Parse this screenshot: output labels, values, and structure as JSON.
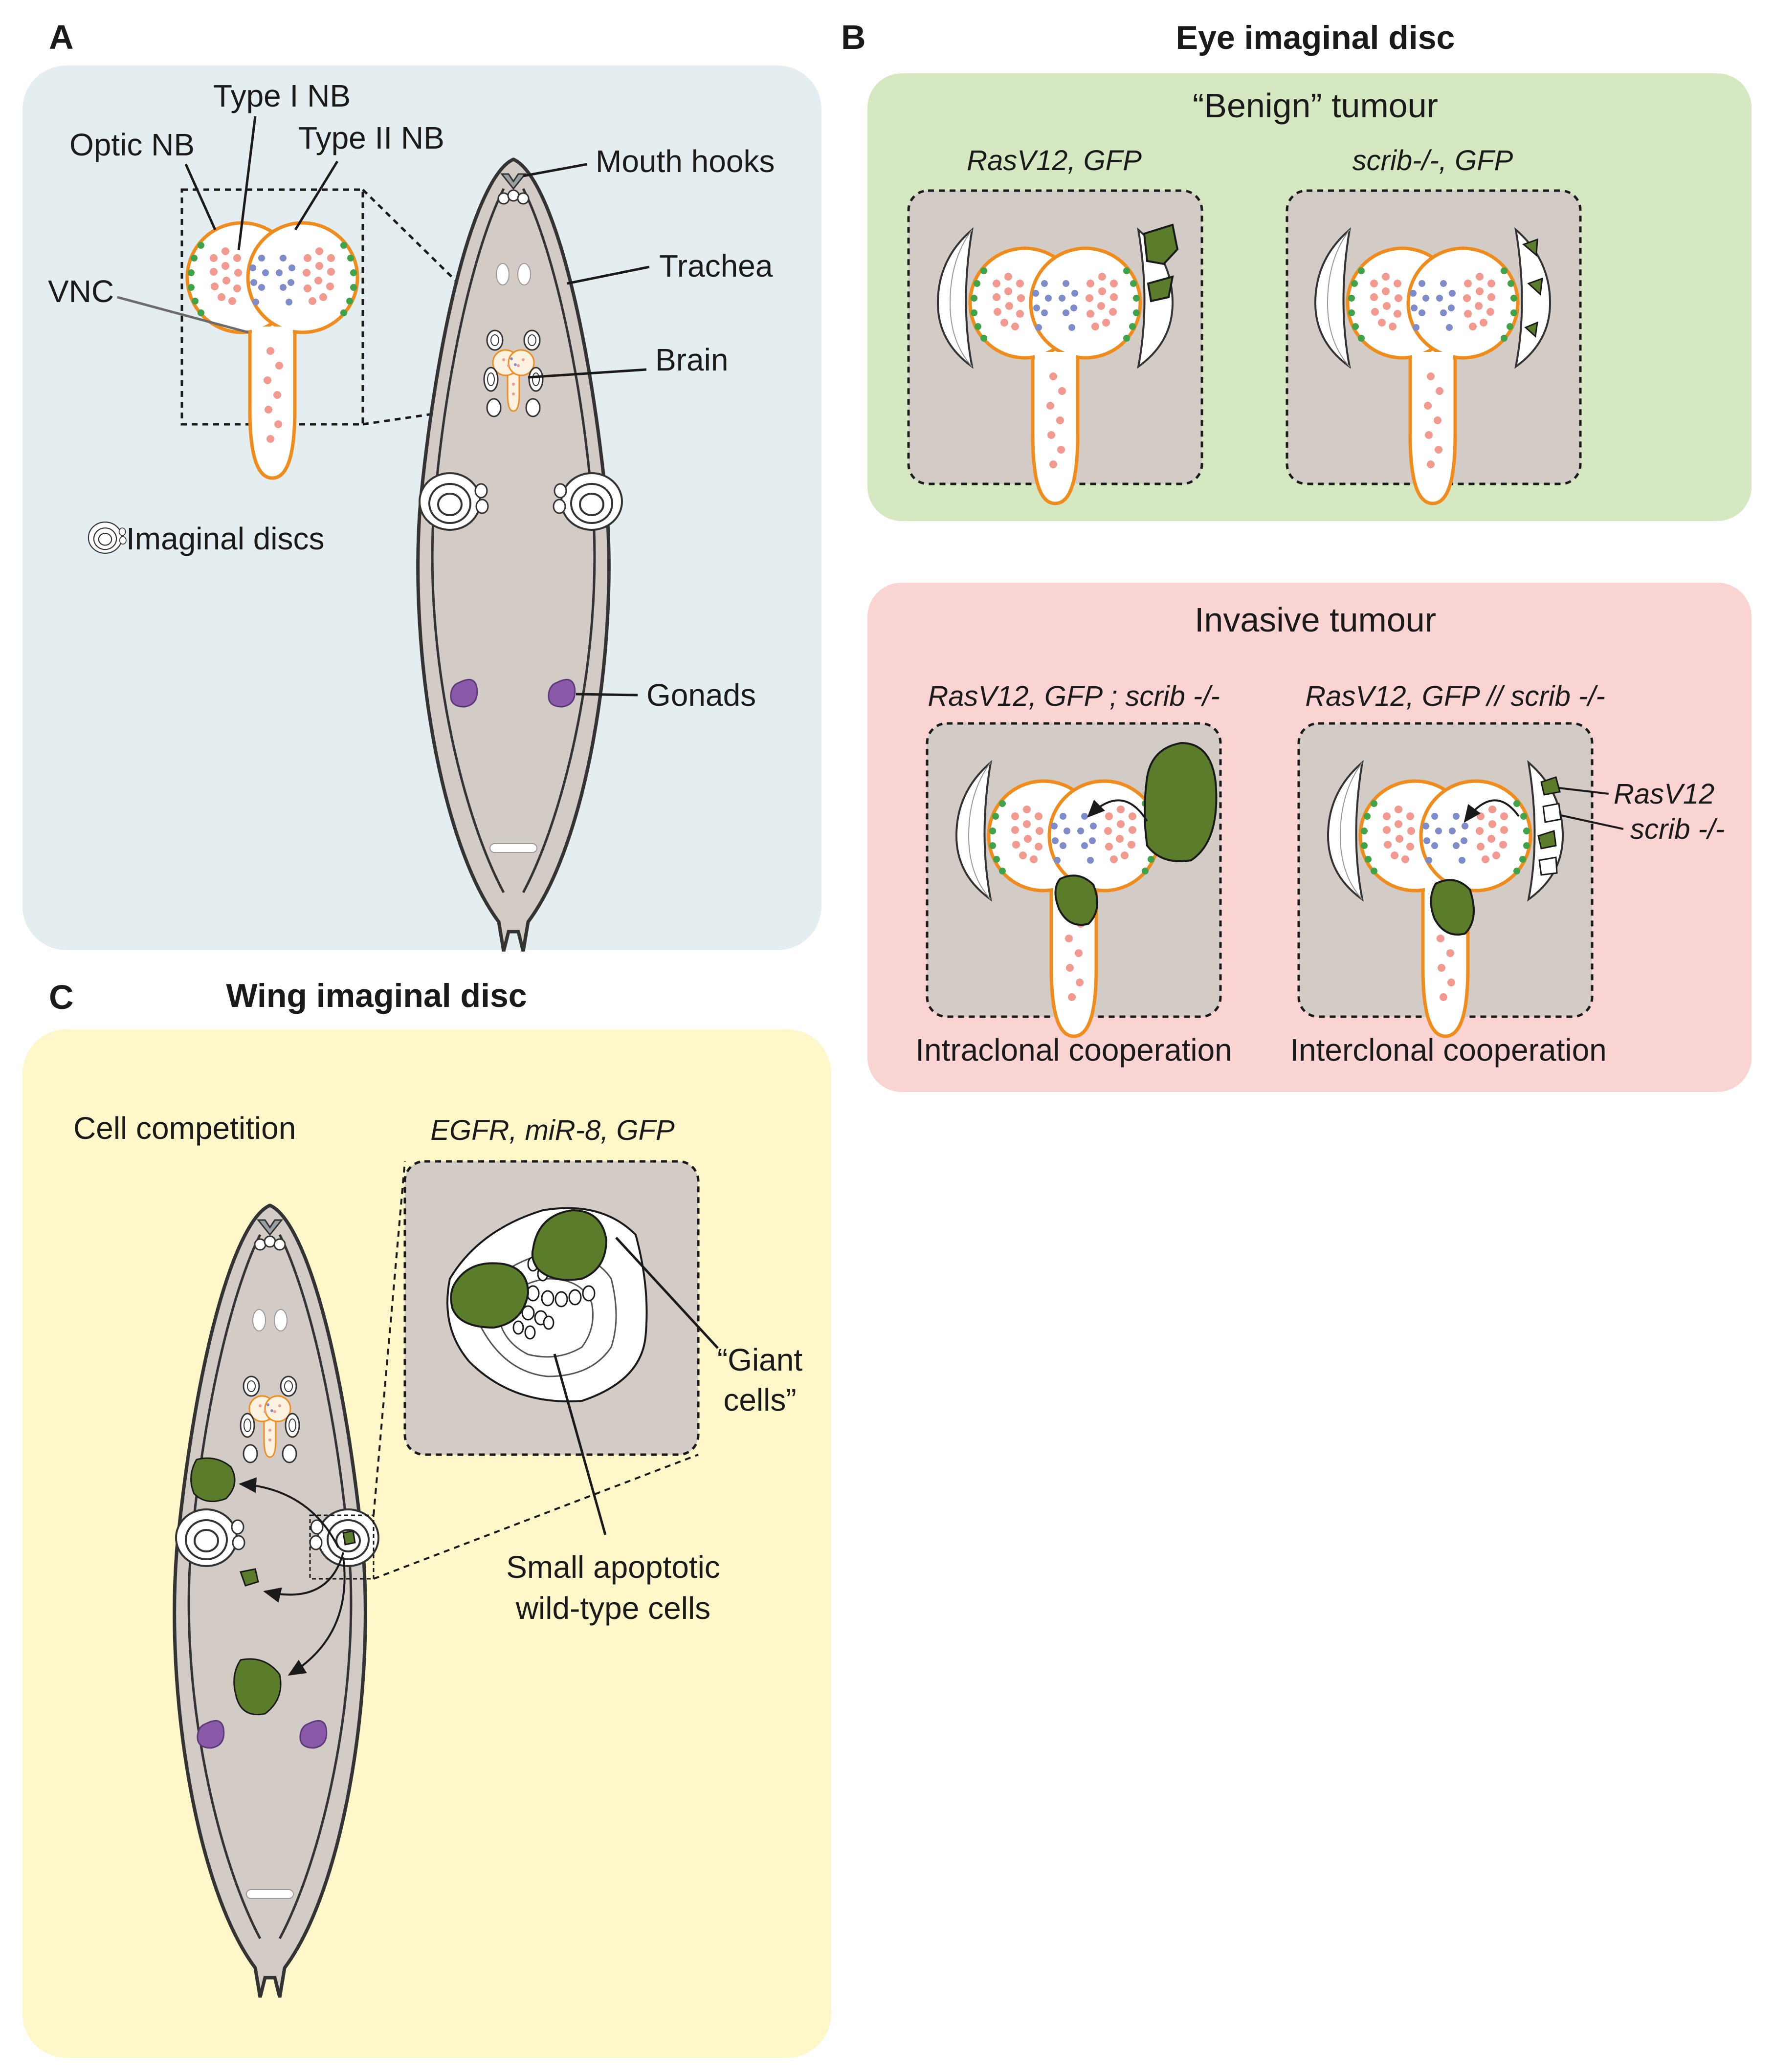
{
  "panels": {
    "a": {
      "letter": "A",
      "labels": {
        "type1": "Type I NB",
        "type2": "Type II NB",
        "optic": "Optic NB",
        "vnc": "VNC",
        "mouth": "Mouth hooks",
        "trachea": "Trachea",
        "brain": "Brain",
        "discs": "Imaginal discs",
        "gonads": "Gonads"
      }
    },
    "b": {
      "letter": "B",
      "title": "Eye imaginal disc",
      "benign": {
        "title": "“Benign” tumour",
        "left_label": "RasV12, GFP",
        "right_label": "scrib-/-, GFP"
      },
      "invasive": {
        "title": "Invasive tumour",
        "left_label": "RasV12, GFP ; scrib -/-",
        "right_label": "RasV12, GFP // scrib -/-",
        "callout_ras": "RasV12",
        "callout_scrib": "scrib -/-",
        "left_caption": "Intraclonal cooperation",
        "right_caption": "Interclonal cooperation"
      }
    },
    "c": {
      "letter": "C",
      "title": "Wing imaginal disc",
      "competition": "Cell competition",
      "inset_label": "EGFR, miR-8, GFP",
      "giant_1": "“Giant",
      "giant_2": "cells”",
      "apop_1": "Small apoptotic",
      "apop_2": "wild-type cells"
    }
  },
  "colors": {
    "panel_a_bg": "#e4edf0",
    "benign_bg": "#d5e8c1",
    "invasive_bg": "#f9d4d2",
    "panel_c_bg": "#fdf7c9",
    "tissue": "#d3cbc6",
    "outline_orange": "#f08c1c",
    "clone_green": "#5b7c2a",
    "gonad_purple": "#8a5aa8",
    "nb_pink": "#f29a8f",
    "nb_blue": "#7f8ccc",
    "nb_green": "#3fa34a"
  }
}
